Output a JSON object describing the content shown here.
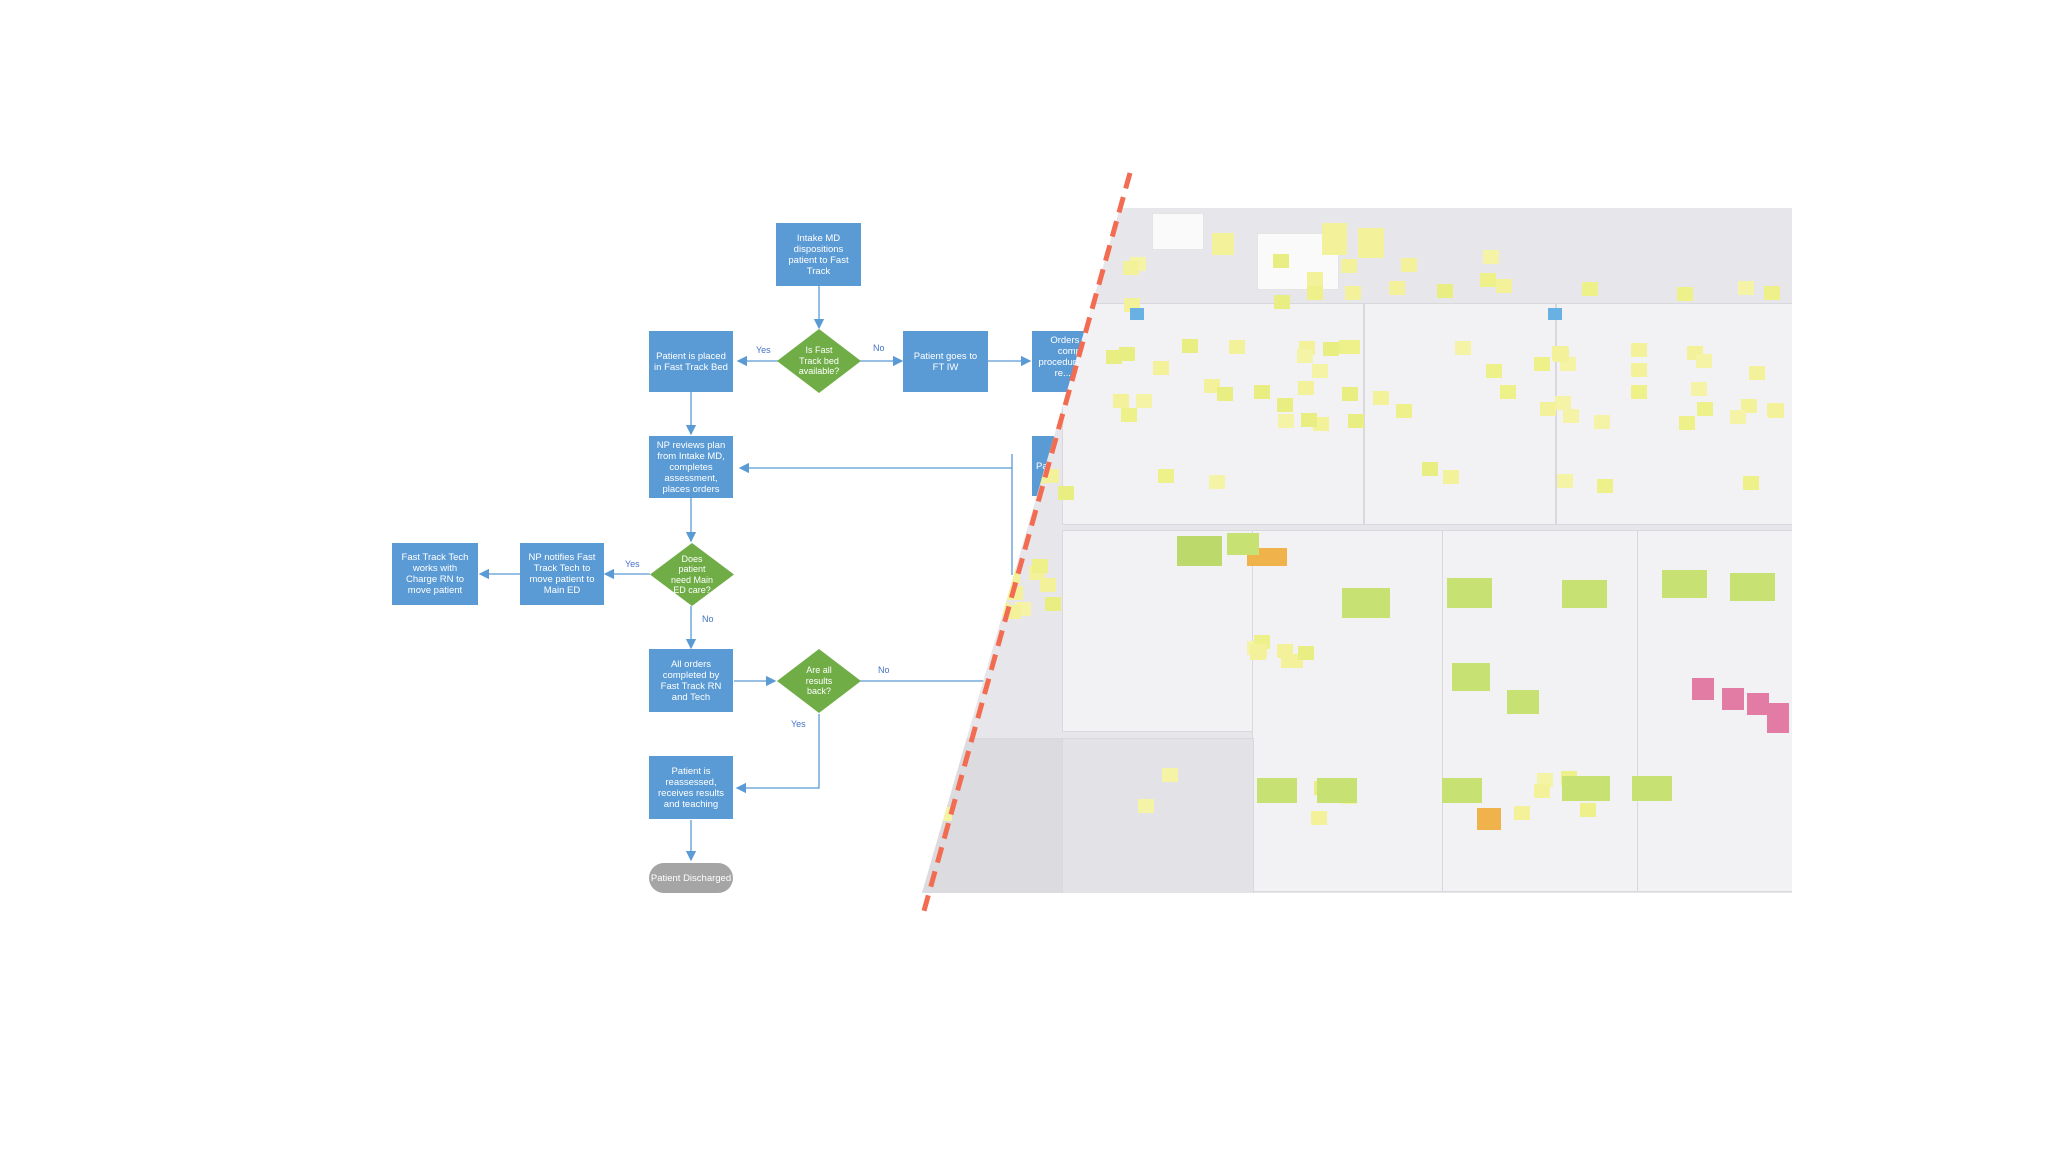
{
  "flowchart": {
    "intake": "Intake MD dispositions patient to Fast Track",
    "bed_question": "Is Fast Track bed available?",
    "placed_in_bed": "Patient is placed in Fast Track Bed",
    "goes_to_iw": "Patient goes to FT IW",
    "orders_partial": "Orders while complete procedures and/or re... com...",
    "pat_iw_partial": "Pat IW",
    "np_reviews": "NP reviews plan from Intake MD, completes assessment, places orders",
    "main_ed_question": "Does patient need Main ED care?",
    "np_notifies": "NP notifies Fast Track Tech to move patient to Main ED",
    "tech_works": "Fast Track Tech works with Charge RN to move patient",
    "orders_completed": "All orders completed by Fast Track RN and Tech",
    "results_question": "Are all results back?",
    "reassessed": "Patient is reassessed, receives results and teaching",
    "discharged": "Patient Discharged",
    "yes_label": "Yes",
    "no_label": "No"
  },
  "colors": {
    "process": "#5b9bd5",
    "decision": "#70ad47",
    "terminal": "#a5a5a5",
    "connector": "#5b9bd5",
    "divider": "#f26c52"
  },
  "photo": {
    "description_icon": "sticky-note-wall-photo"
  }
}
